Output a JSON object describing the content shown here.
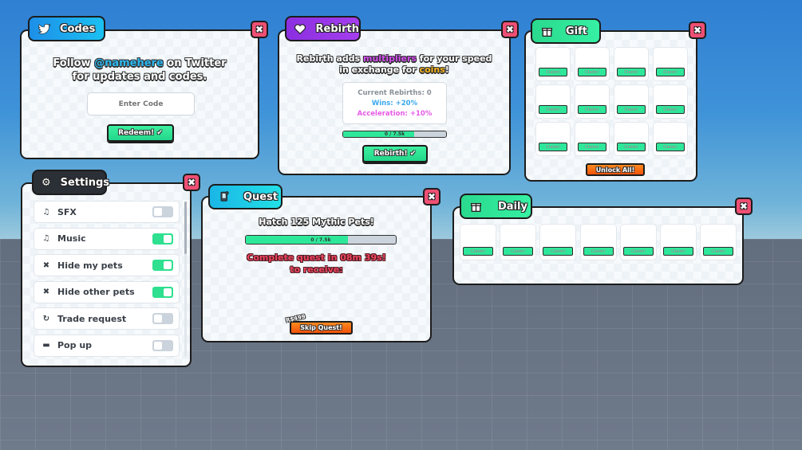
{
  "codes": {
    "title": "Codes",
    "icon": "twitter-icon",
    "message_prefix": "Follow ",
    "handle": "@namehere",
    "message_suffix": " on Twitter",
    "message_line2": "for updates and codes.",
    "input_placeholder": "Enter Code",
    "input_value": "",
    "redeem_label": "Redeem! ✔",
    "close_label": "✖",
    "colors": {
      "tab": "#1ea7ee",
      "handle": "#2bb8f0"
    }
  },
  "rebirth": {
    "title": "Rebirth",
    "icon": "heart-icon",
    "desc_a": "Rebirth adds ",
    "desc_highlight1": "multipliers",
    "desc_b": " for your speed",
    "desc_c": "in exchange for ",
    "desc_highlight2": "coins",
    "desc_d": "!",
    "current_rebirths": "Current Rebirths: 0",
    "wins": "Wins: +20%",
    "acceleration": "Acceleration: +10%",
    "progress_label": "0 / 7.5k",
    "progress_fraction": 0.69,
    "button_label": "Rebirth! ✔",
    "close_label": "✖",
    "colors": {
      "tab": "#9a38e8",
      "multipliers": "#d34cf0",
      "coins": "#f5b21c",
      "wins": "#3aa8f0",
      "acceleration": "#e65ae8"
    }
  },
  "gift": {
    "title": "Gift",
    "icon": "gift-icon",
    "slots": [
      "Claim!",
      "Claim!",
      "Claim!",
      "Claim!",
      "Claim!",
      "Claim!",
      "Claim!",
      "Claim!",
      "Claim!",
      "Claim!",
      "Claim!",
      "Claim!"
    ],
    "unlock_all_label": "Unlock All!",
    "close_label": "✖",
    "colors": {
      "tab": "#2ee897"
    }
  },
  "settings": {
    "title": "Settings",
    "icon": "gear-icon",
    "close_label": "✖",
    "items": [
      {
        "label": "SFX",
        "icon": "music-note-icon",
        "glyph": "♫",
        "on": false
      },
      {
        "label": "Music",
        "icon": "music-note-icon",
        "glyph": "♫",
        "on": true
      },
      {
        "label": "Hide my pets",
        "icon": "hide-pets-icon",
        "glyph": "✖",
        "on": true
      },
      {
        "label": "Hide other pets",
        "icon": "hide-pets-icon",
        "glyph": "✖",
        "on": true
      },
      {
        "label": "Trade request",
        "icon": "refresh-icon",
        "glyph": "↻",
        "on": false
      },
      {
        "label": "Pop up",
        "icon": "chat-bubble-icon",
        "glyph": "▬",
        "on": false
      }
    ],
    "colors": {
      "tab": "#2b2f36",
      "toggle_on": "#2ee08f",
      "toggle_off": "#cbd3dc"
    }
  },
  "quest": {
    "title": "Quest",
    "icon": "scroll-icon",
    "objective": "Hatch 125 Mythic Pets!",
    "progress_label": "0 / 7.5k",
    "progress_fraction": 0.68,
    "timer_line1": "Complete quest in 08m 39s!",
    "timer_line2": "to receive:",
    "price": "R$499",
    "skip_label": "Skip Quest!",
    "close_label": "✖",
    "colors": {
      "tab": "#1fd3e8",
      "timer": "#f0455e"
    }
  },
  "daily": {
    "title": "Daily",
    "icon": "gift-icon",
    "slots": [
      "Claim!",
      "Claim!",
      "Claim!",
      "Claim!",
      "Claim!",
      "Claim!",
      "Claim!"
    ],
    "close_label": "✖",
    "colors": {
      "tab": "#2ee897"
    }
  }
}
